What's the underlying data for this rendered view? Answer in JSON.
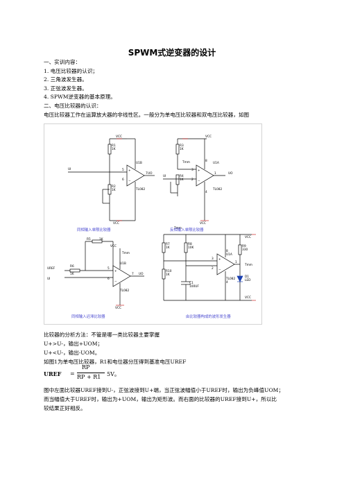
{
  "title": "SPWM式逆变器的设计",
  "lines_top": [
    "一、实训内容：",
    "1.   电压比较器的认识；",
    "2.   三角波发生器。",
    "3.   正弦波发生器。",
    "4.   SPWM逆变器的基本原理。",
    "二、电压比较器的认识：",
    "电压比较器工作在运算放大器的非线性区。一般分为单电压比较器和双电压比较器，如图"
  ],
  "circuit": {
    "vcc": "VCC",
    "labels": {
      "r1": "R1",
      "r2": "R2",
      "r3": "R3",
      "r4": "R4",
      "r5": "R5",
      "r6": "R6",
      "r7": "R7",
      "r8": "R8",
      "r9": "R9",
      "r10": "R10",
      "r1k": "1K",
      "r10k": "10K",
      "r330": "330",
      "c1": "C1",
      "c1v": "100UF",
      "d1": "D1",
      "d1v": "LED",
      "u1b": "U1B",
      "u1a": "U1A",
      "tl": "TL082",
      "ui": "UI",
      "uo": "UO",
      "uref": "UREF",
      "pin5": "5",
      "pin6": "6",
      "pin7": "7",
      "pin3": "3",
      "pin2": "2",
      "pin1": "1",
      "pin4": "4",
      "pin8": "8",
      "plus": "+",
      "minus": "−",
      "tmm": "Tmm"
    },
    "captions": [
      "同相输入单限比较器",
      "反相输入单限比较器",
      "同相输入迟滞比较器",
      "由比较器构成的波形发生器"
    ]
  },
  "lines_bottom": [
    "比较器的分析方法：不管是哪一类比较器主要掌握",
    "U+>U-，输出+UOM；",
    "U+<U-，输出-UOM。",
    "如图1为单电压比较器，R1和电位器分压得到基准电压UREF"
  ],
  "formula": {
    "lhs": "UREF",
    "eq": "=",
    "num": "RP",
    "den": "RP + R1",
    "tail": "5V。"
  },
  "lines_end": [
    "图中左面比较器UREF接到U-，正弦波接到U+端，当正弦波幅值小于UREF时，输出为负峰值UOM；",
    "而当幅值大于UREF时，输出为+UOM，输出为矩形波。而右面的比较器的UREF接到U+，所以比",
    "较结果正好相反。"
  ]
}
